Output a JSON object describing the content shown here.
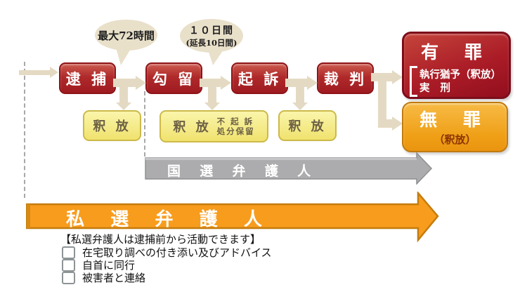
{
  "flow": {
    "steps": [
      {
        "label": "逮 捕"
      },
      {
        "label": "勾 留"
      },
      {
        "label": "起 訴"
      },
      {
        "label": "裁 判"
      }
    ],
    "callouts": [
      {
        "text": "最大72時間"
      },
      {
        "line1": "１０日間",
        "line2": "(延長10日間)"
      }
    ],
    "releases": [
      {
        "label": "釈 放"
      },
      {
        "label": "釈 放",
        "note_line1": "不 起 訴",
        "note_line2": "処分保留"
      },
      {
        "label": "釈 放"
      }
    ],
    "guilty": {
      "title": "有 罪",
      "option1": "執行猶予（釈放）",
      "option2": "実 刑"
    },
    "not_guilty": {
      "title": "無 罪",
      "sub": "（釈放）"
    }
  },
  "lawyer_arrows": {
    "court_appointed_label": "国 選 弁 護 人",
    "private_label": "私 選 弁 護 人"
  },
  "notes": {
    "heading": "【私選弁護人は逮捕前から活動できます】",
    "items": [
      "在宅取り調べの付き添い及びアドバイス",
      "自首に同行",
      "被害者と連絡"
    ]
  },
  "colors": {
    "step_red": "#a81e22",
    "step_border": "#8e1318",
    "guilty_border": "#7c0d1b",
    "release_yellow": "#f2e578",
    "release_border": "#ccb94a",
    "release_text": "#6d6145",
    "not_guilty_orange": "#ef9f16",
    "not_guilty_sub_text": "#8a3305",
    "connector_beige": "#e4dac3",
    "callout_beige": "#e9e0ca",
    "gray_arrow": "#acacae",
    "private_arrow_orange": "#f89c1d",
    "private_arrow_border": "#c47c0e"
  }
}
